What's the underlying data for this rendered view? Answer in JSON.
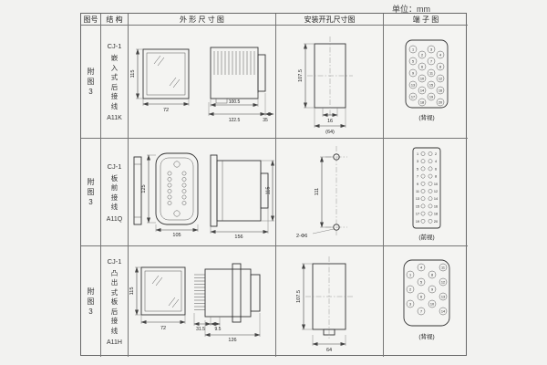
{
  "unit_label": "单位：mm",
  "table": {
    "headers": {
      "fig_no": "图号",
      "structure": "结 构",
      "outline": "外 形 尺 寸 图",
      "install": "安装开孔尺寸图",
      "terminal": "端 子 图"
    },
    "rows": [
      {
        "fig_no": "附图3",
        "model": "CJ-1",
        "type": "嵌入式后接线",
        "code": "A11K",
        "outline": {
          "h": "115",
          "w": "72",
          "d1": "100.5",
          "d2": "122.5",
          "d3": "35"
        },
        "install": {
          "h": "107.5",
          "w1": "16",
          "w2": "(64)"
        },
        "terminal_view": "(背视)",
        "terminals": [
          "1",
          "2",
          "3",
          "4",
          "5",
          "6",
          "7",
          "8",
          "9",
          "10",
          "11",
          "12",
          "13",
          "14",
          "15",
          "16",
          "17",
          "18",
          "19",
          "20"
        ]
      },
      {
        "fig_no": "附图3",
        "model": "CJ-1",
        "type": "板前接线",
        "code": "A11Q",
        "outline": {
          "h": "125",
          "w": "105",
          "d1": "156",
          "d2": "115"
        },
        "install": {
          "h": "111",
          "hole": "2-Φ6"
        },
        "terminal_view": "(前视)",
        "terminals": [
          "1",
          "2",
          "3",
          "4",
          "5",
          "6",
          "7",
          "8",
          "9",
          "10",
          "11",
          "12",
          "13",
          "14",
          "15",
          "16",
          "17",
          "18",
          "19",
          "20"
        ]
      },
      {
        "fig_no": "附图3",
        "model": "CJ-1",
        "type": "凸出式板后接线",
        "code": "A11H",
        "outline": {
          "h": "115",
          "w": "72",
          "d1": "31.5",
          "d2": "9.5",
          "d3": "126"
        },
        "install": {
          "h": "107.5",
          "w": "64"
        },
        "terminal_view": "(背视)",
        "terminals": [
          "1",
          "2",
          "3",
          "4",
          "5",
          "6",
          "7",
          "8",
          "9",
          "10",
          "11",
          "12",
          "13",
          "14"
        ]
      }
    ]
  }
}
